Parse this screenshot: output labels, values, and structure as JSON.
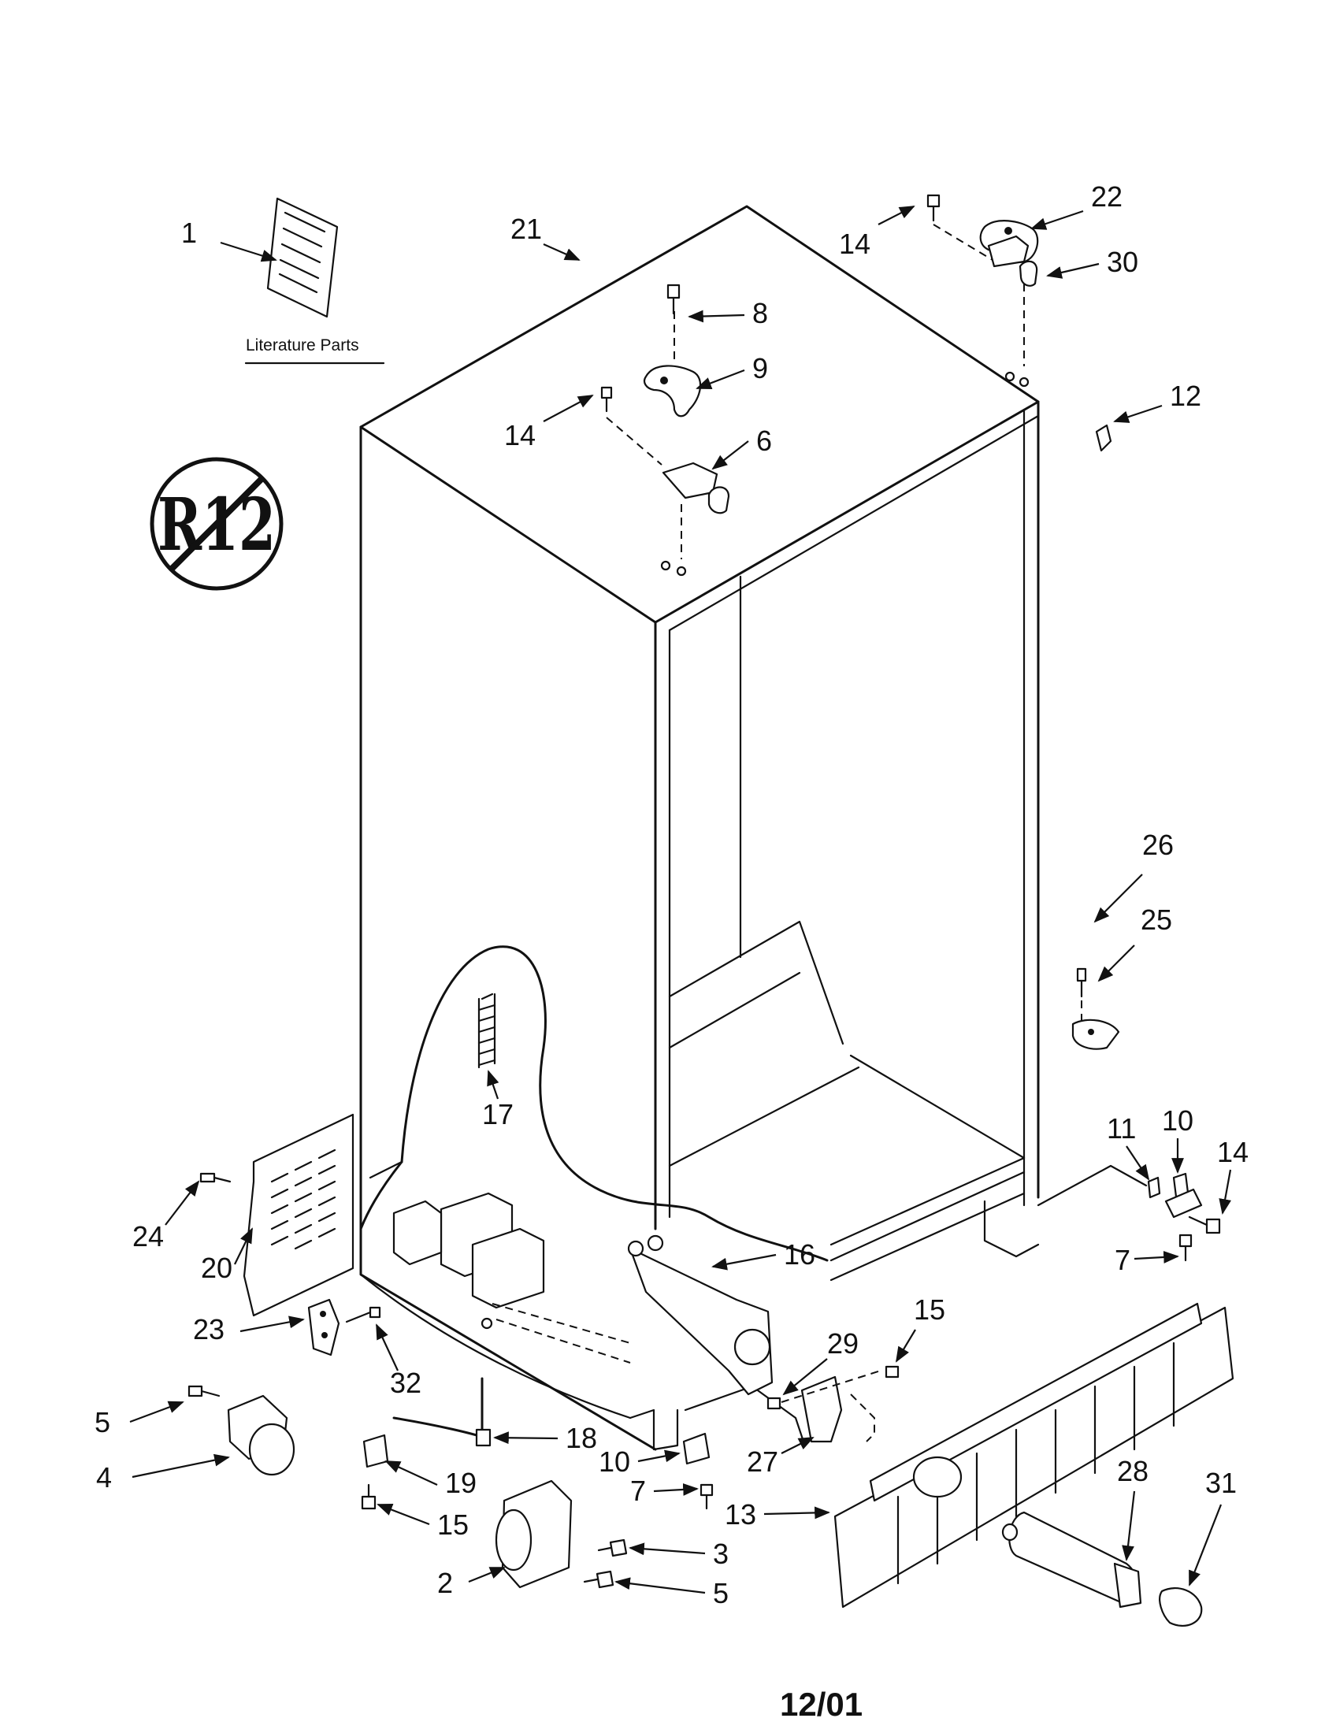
{
  "literature": {
    "label": "Literature Parts"
  },
  "badge": {
    "text": "R12"
  },
  "footer": {
    "date": "12/01"
  },
  "callouts": {
    "c1": "1",
    "c2": "2",
    "c3": "3",
    "c4": "4",
    "c5a": "5",
    "c5b": "5",
    "c6": "6",
    "c7a": "7",
    "c7b": "7",
    "c8": "8",
    "c9": "9",
    "c10a": "10",
    "c10b": "10",
    "c11": "11",
    "c12": "12",
    "c13": "13",
    "c14a": "14",
    "c14b": "14",
    "c14c": "14",
    "c15a": "15",
    "c15b": "15",
    "c16": "16",
    "c17": "17",
    "c18": "18",
    "c19": "19",
    "c20": "20",
    "c21": "21",
    "c22": "22",
    "c23": "23",
    "c24": "24",
    "c25": "25",
    "c26": "26",
    "c27": "27",
    "c28": "28",
    "c29": "29",
    "c30": "30",
    "c31": "31",
    "c32": "32"
  }
}
